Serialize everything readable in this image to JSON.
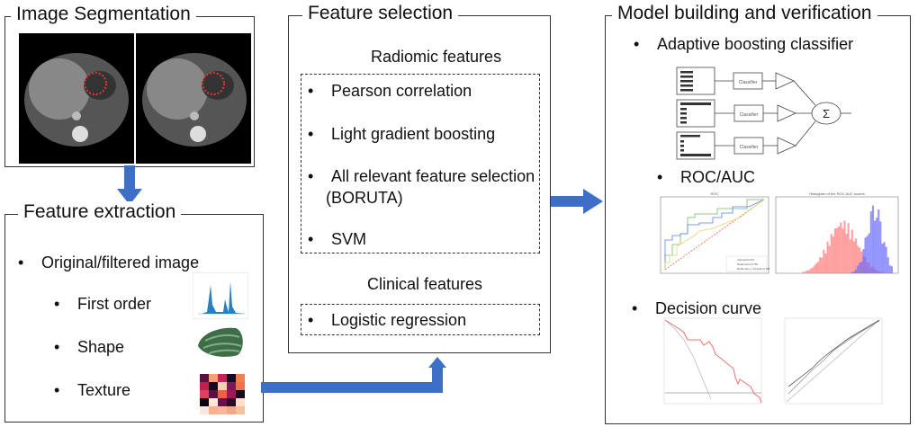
{
  "segmentation": {
    "title": "Image Segmentation"
  },
  "extraction": {
    "title": "Feature extraction",
    "bullet": "Original/filtered image",
    "items": [
      "First order",
      "Shape",
      "Texture"
    ]
  },
  "selection": {
    "title": "Feature selection",
    "radiomic_heading": "Radiomic features",
    "radiomic_items": [
      "Pearson correlation",
      "Light gradient boosting",
      "All relevant feature selection",
      "(BORUTA)",
      "SVM"
    ],
    "clinical_heading": "Clinical features",
    "clinical_items": [
      "Logistic regression"
    ]
  },
  "model": {
    "title": "Model building and verification",
    "items": [
      "Adaptive boosting classifier",
      "ROC/AUC",
      "Decision curve"
    ],
    "classifier_label": "Classifier",
    "sum_symbol": "Σ",
    "roc_title": "ROC",
    "roc_legend": [
      "Clinical=0.670",
      "Radiomics=0.750",
      "Radiomics + Clinical=0.795"
    ],
    "hist_title": "Histogram of the ROC AUC scores"
  },
  "colors": {
    "arrow": "#3d6fc6",
    "roc_green": "#6fbf5f",
    "roc_blue": "#5a7ef0",
    "roc_yellow": "#e0d77a",
    "roc_red": "#f06040",
    "hist_red": "#f77",
    "hist_blue": "#66f"
  }
}
